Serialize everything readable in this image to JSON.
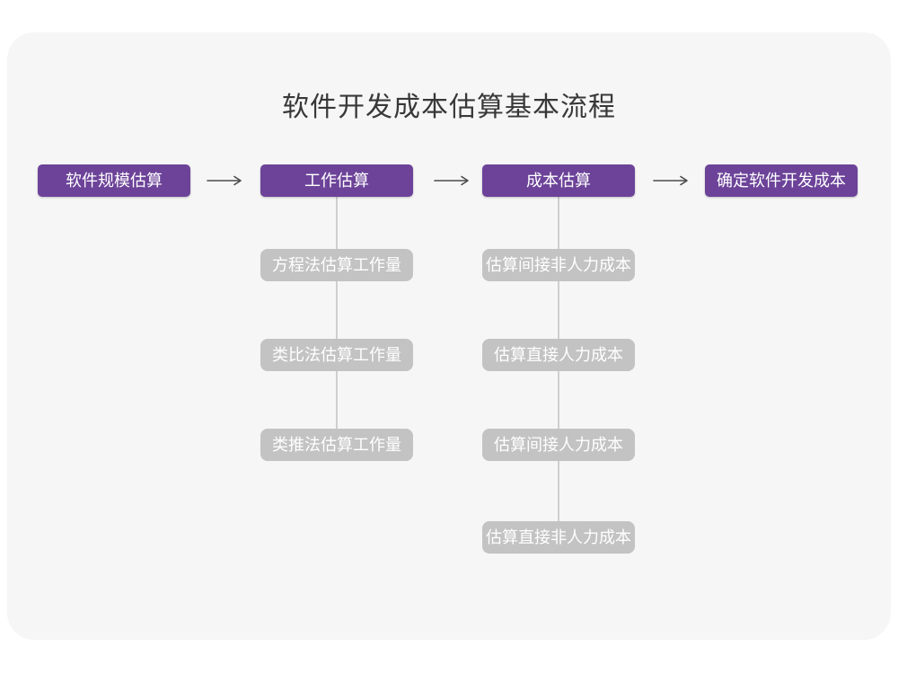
{
  "title": "软件开发成本估算基本流程",
  "flow": {
    "stages": [
      {
        "id": "software-scale-estimation",
        "label": "软件规模估算"
      },
      {
        "id": "work-estimation",
        "label": "工作估算"
      },
      {
        "id": "cost-estimation",
        "label": "成本估算"
      },
      {
        "id": "determine-software-dev-cost",
        "label": "确定软件开发成本"
      }
    ],
    "work_estimation_methods": [
      {
        "label": "方程法估算工作量"
      },
      {
        "label": "类比法估算工作量"
      },
      {
        "label": "类推法估算工作量"
      }
    ],
    "cost_estimation_steps": [
      {
        "label": "估算间接非人力成本"
      },
      {
        "label": "估算直接人力成本"
      },
      {
        "label": "估算间接人力成本"
      },
      {
        "label": "估算直接非人力成本"
      }
    ]
  },
  "colors": {
    "primary_node": "#6C4399",
    "child_node": "#C3C3C3",
    "connector": "#CFCFCF",
    "arrow": "#4A4A4A",
    "canvas_bg": "#F6F6F6",
    "page_bg": "#FFFFFF",
    "title_text": "#383838",
    "node_text": "#FFFFFF"
  }
}
